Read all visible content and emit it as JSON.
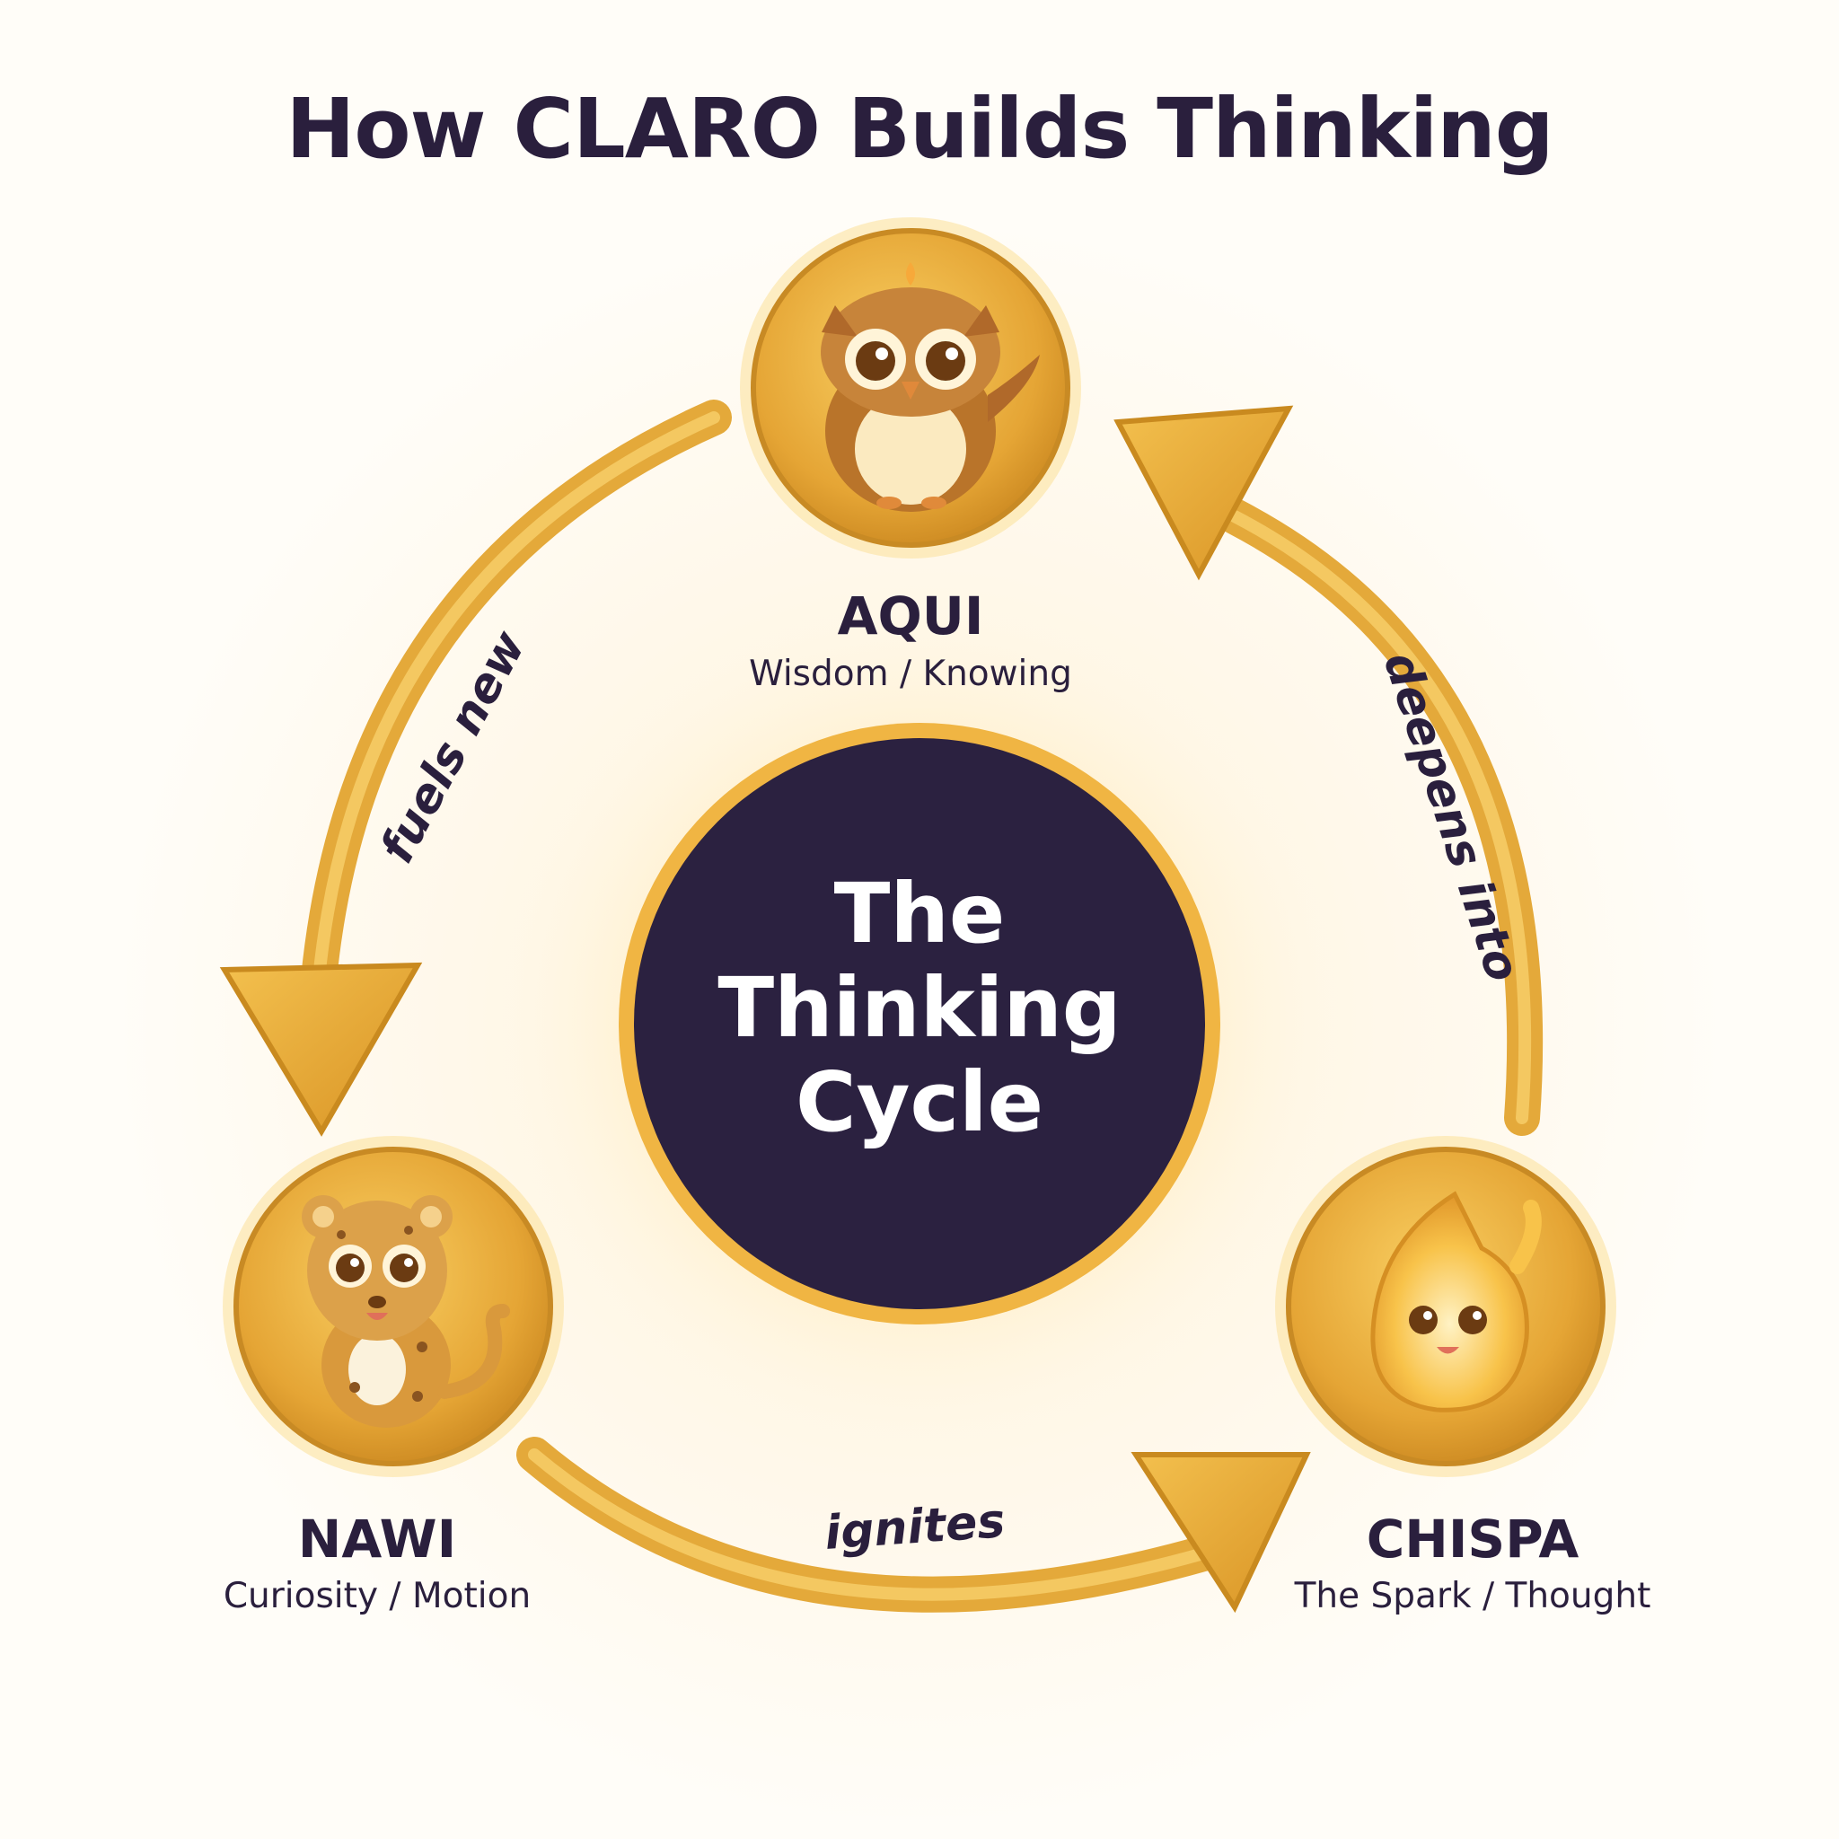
{
  "title": "How CLARO Builds Thinking",
  "center": {
    "line1": "The",
    "line2": "Thinking",
    "line3": "Cycle"
  },
  "nodes": {
    "aqui": {
      "name": "AQUI",
      "role": "Wisdom / Knowing",
      "icon": "owl-icon"
    },
    "nawi": {
      "name": "NAWI",
      "role": "Curiosity / Motion",
      "icon": "jaguar-icon"
    },
    "chispa": {
      "name": "CHISPA",
      "role": "The Spark / Thought",
      "icon": "spark-icon"
    }
  },
  "edges": {
    "aqui_to_nawi": "fuels new",
    "nawi_to_chispa": "ignites",
    "chispa_to_aqui": "deepens into"
  },
  "colors": {
    "gold": "#e0a12e",
    "gold_light": "#f7c95a",
    "gold_dark": "#b8781a",
    "navy": "#2b2140",
    "text": "#2a1f3d"
  }
}
